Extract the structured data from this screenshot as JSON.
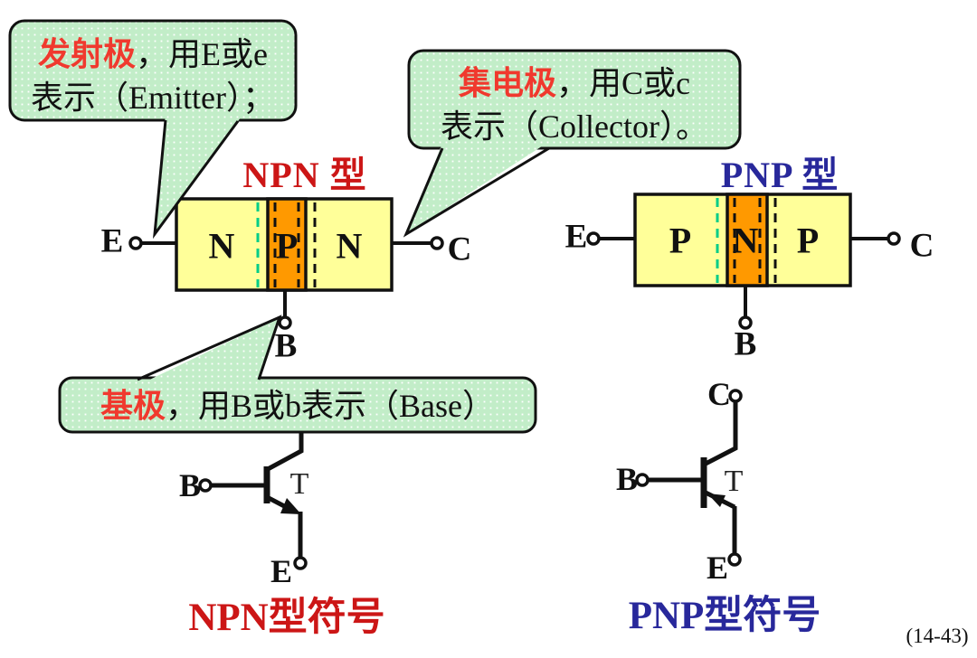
{
  "colors": {
    "accent_red": "#cc1616",
    "accent_blue": "#28289b",
    "callout_highlight_red": "#f0392e",
    "region_yellow": "#ffff99",
    "region_orange": "#ff9900",
    "junction_teal_dash": "#00cc88",
    "bubble_green": "#c2edc8"
  },
  "callouts": {
    "emitter": {
      "term": "发射极",
      "line1_rest": "，用E或e",
      "line2": "表示（Emitter）；"
    },
    "collector": {
      "term": "集电极",
      "line1_rest": "，用C或c",
      "line2": "表示（Collector）。"
    },
    "base": {
      "term": "基极",
      "rest": "，用B或b表示（Base）"
    }
  },
  "npn": {
    "title": "NPN 型",
    "regions": [
      "N",
      "P",
      "N"
    ],
    "terminals": {
      "emitter": "E",
      "collector": "C",
      "base": "B"
    },
    "symbol": {
      "base": "B",
      "label": "T",
      "emitter": "E"
    },
    "caption": "NPN型符号"
  },
  "pnp": {
    "title": "PNP 型",
    "regions": [
      "P",
      "N",
      "P"
    ],
    "terminals": {
      "emitter": "E",
      "collector": "C",
      "base": "B"
    },
    "symbol": {
      "base": "B",
      "collector": "C",
      "label": "T",
      "emitter": "E"
    },
    "caption": "PNP型符号"
  },
  "footer": {
    "ref": "(14-43)"
  }
}
